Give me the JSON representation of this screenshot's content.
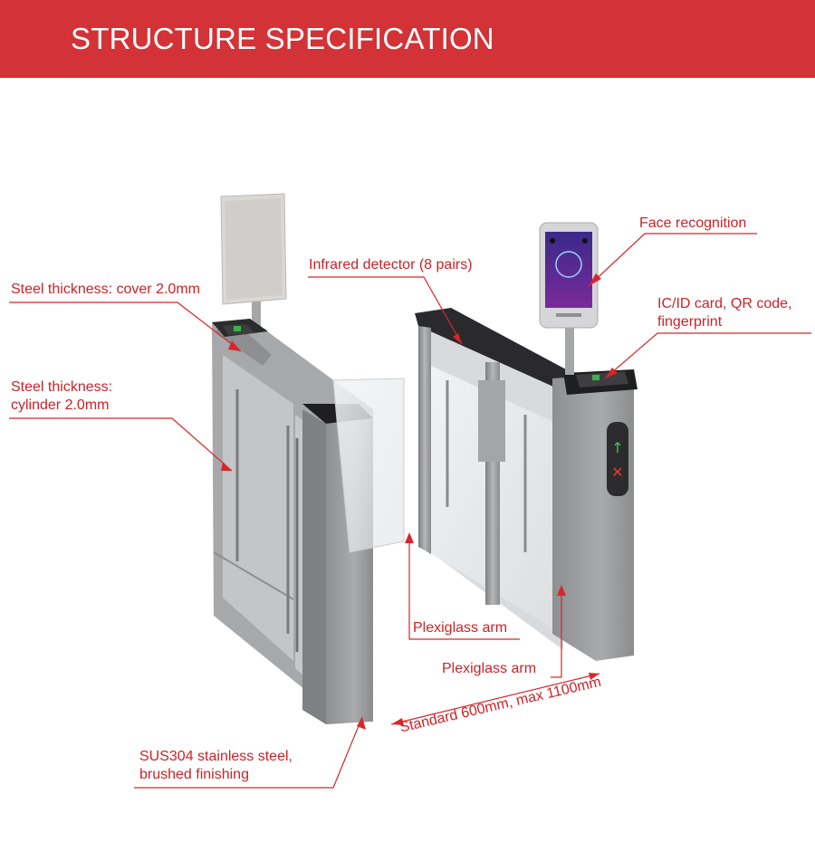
{
  "header": {
    "title": "STRUCTURE SPECIFICATION"
  },
  "labels": {
    "cover": "Steel thickness: cover 2.0mm",
    "cylinder_line1": "Steel thickness:",
    "cylinder_line2": "cylinder 2.0mm",
    "infrared": "Infrared detector (8  pairs)",
    "face": "Face recognition",
    "card_line1": "IC/ID card, QR code,",
    "card_line2": "fingerprint",
    "plexi_1": "Plexiglass arm",
    "plexi_2": "Plexiglass arm",
    "sus_line1": "SUS304 stainless steel,",
    "sus_line2": "brushed finishing",
    "dimension": "Standard 600mm, max 1100mm"
  },
  "colors": {
    "header_bg": "#d33236",
    "label": "#cc2228",
    "leader": "#d8262c",
    "steel": "#9c9c9e"
  }
}
